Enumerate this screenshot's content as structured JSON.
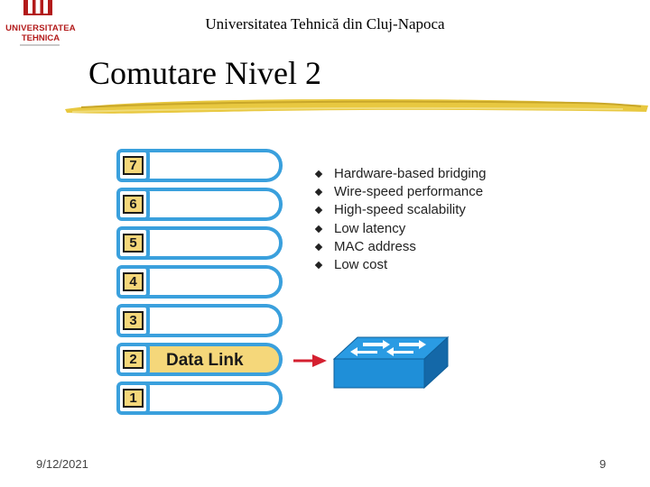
{
  "logo": {
    "line1": "UNIVERSITATEA",
    "line2": "TEHNICA"
  },
  "header": "Universitatea Tehnică din Cluj-Napoca",
  "title": "Comutare Nivel 2",
  "osi_layers": [
    {
      "number": "7",
      "label": ""
    },
    {
      "number": "6",
      "label": ""
    },
    {
      "number": "5",
      "label": ""
    },
    {
      "number": "4",
      "label": ""
    },
    {
      "number": "3",
      "label": ""
    },
    {
      "number": "2",
      "label": "Data Link"
    },
    {
      "number": "1",
      "label": ""
    }
  ],
  "features": [
    "Hardware-based bridging",
    "Wire-speed performance",
    "High-speed scalability",
    "Low latency",
    "MAC address",
    "Low cost"
  ],
  "footer": {
    "date": "9/12/2021",
    "page": "9"
  },
  "colors": {
    "layer_border": "#3aa0dd",
    "layer_fill": "#f5d77a",
    "arrow": "#d42030",
    "switch": "#1f8fd8",
    "logo": "#b31b1b"
  },
  "icons": {
    "arrow": "right-arrow-icon",
    "switch": "network-switch-icon",
    "logo": "university-logo"
  }
}
